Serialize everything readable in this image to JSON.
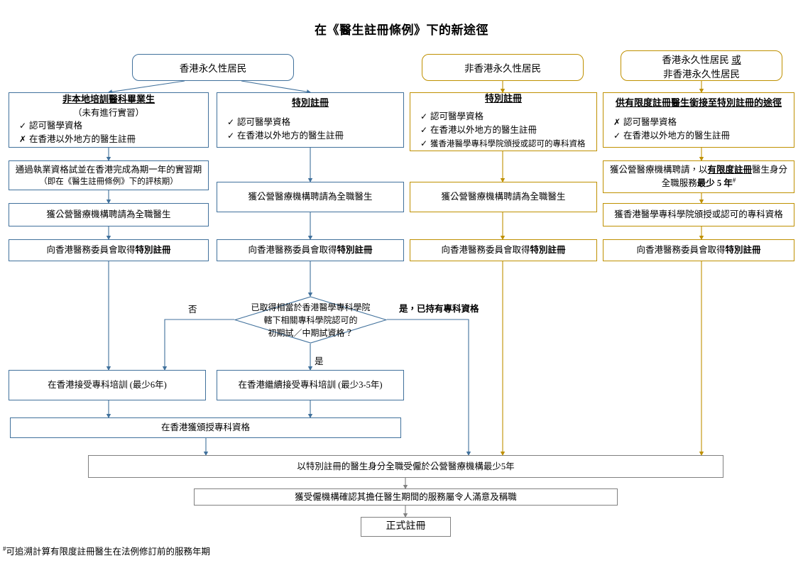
{
  "document": {
    "title": "在《醫生註冊條例》下的新途徑",
    "footnote_marker": "#",
    "footnote": "可追溯計算有限度註冊醫生在法例修訂前的服務年期"
  },
  "colors": {
    "blue": "#41719c",
    "gold": "#bf9000",
    "grey": "#808080",
    "text": "#000000",
    "background": "#ffffff"
  },
  "headers": [
    {
      "id": "hdr-hkpr",
      "label": "香港永久性居民",
      "color": "blue"
    },
    {
      "id": "hdr-non-hkpr",
      "label": "非香港永久性居民",
      "color": "gold"
    },
    {
      "id": "hdr-either",
      "label_line1_a": "香港永久性居民 ",
      "label_line1_b": "或",
      "label_line2": "非香港永久性居民",
      "color": "gold"
    }
  ],
  "criteria_boxes": [
    {
      "id": "crit-nonlocal-grad",
      "color": "blue",
      "title": "非本地培訓醫科畢業生",
      "subtitle": "（未有進行實習）",
      "items": [
        {
          "mark": "✓",
          "text": "認可醫學資格"
        },
        {
          "mark": "✗",
          "text": "在香港以外地方的醫生註冊"
        }
      ]
    },
    {
      "id": "crit-special-reg-hkpr",
      "color": "blue",
      "title": "特別註冊",
      "subtitle": "",
      "items": [
        {
          "mark": "✓",
          "text": "認可醫學資格"
        },
        {
          "mark": "✓",
          "text": "在香港以外地方的醫生註冊"
        }
      ]
    },
    {
      "id": "crit-special-reg-nonhkpr",
      "color": "gold",
      "title": "特別註冊",
      "subtitle": "",
      "items": [
        {
          "mark": "✓",
          "text": "認可醫學資格"
        },
        {
          "mark": "✓",
          "text": "在香港以外地方的醫生註冊"
        },
        {
          "mark": "✓",
          "text": "獲香港醫學專科學院頒授或認可的專科資格"
        }
      ]
    },
    {
      "id": "crit-limited-to-special",
      "color": "gold",
      "title": "供有限度註冊醫生銜接至特別註冊的途徑",
      "subtitle": "",
      "items": [
        {
          "mark": "✗",
          "text": "認可醫學資格"
        },
        {
          "mark": "✓",
          "text": "在香港以外地方的醫生註冊"
        }
      ]
    }
  ],
  "steps": {
    "licensing_exam": {
      "line1": "通過執業資格試並在香港完成為期一年的實習期",
      "line2": "（即在《醫生註冊條例》下的評核期）"
    },
    "employed_fulltime": "獲公營醫療機構聘請為全職醫生",
    "employed_fulltime_col2": "獲公營醫療機構聘請為全職醫生",
    "employed_fulltime_col3": "獲公營醫療機構聘請為全職醫生",
    "limited_reg_service": {
      "line1_a": "獲公營醫療機構聘請，以",
      "line1_b": "有限度註冊",
      "line1_c": "醫生身分",
      "line2_a": "全職服務",
      "line2_b": "最少 5 年",
      "line2_sup": "#"
    },
    "specialist_qualification_hkam": "獲香港醫學專科學院頒授或認可的專科資格",
    "obtain_special_reg_a": {
      "prefix": "向香港醫務委員會取得",
      "emphasis": "特別註冊"
    },
    "obtain_special_reg_b": {
      "prefix": "向香港醫務委員會取得",
      "emphasis": "特別註冊"
    },
    "obtain_special_reg_c": {
      "prefix": "向香港醫務委員會取得",
      "emphasis": "特別註冊"
    },
    "obtain_special_reg_d": {
      "prefix": "向香港醫務委員會取得",
      "emphasis": "特別註冊"
    }
  },
  "decision": {
    "id": "decision-intermediate-exam",
    "line1": "已取得相當於香港醫學專科學院",
    "line2": "轄下相關專科學院認可的",
    "line3": "初期試／中期試資格？",
    "branch_no": "否",
    "branch_yes": "是",
    "branch_yes_specialist": "是，已持有專科資格"
  },
  "training_boxes": [
    {
      "id": "training-6y",
      "text": "在香港接受專科培訓 (最少6年)"
    },
    {
      "id": "training-3to5y",
      "text": "在香港繼續接受專科培訓 (最少3-5年)"
    }
  ],
  "specialist_awarded_hk": "在香港獲頒授專科資格",
  "convergence": {
    "special_reg_service": "以特別註冊的醫生身分全職受僱於公營醫療機構最少5年",
    "employer_confirm": "獲受僱機構確認其擔任醫生期間的服務屬令人滿意及稱職",
    "full_registration": "正式註冊"
  }
}
